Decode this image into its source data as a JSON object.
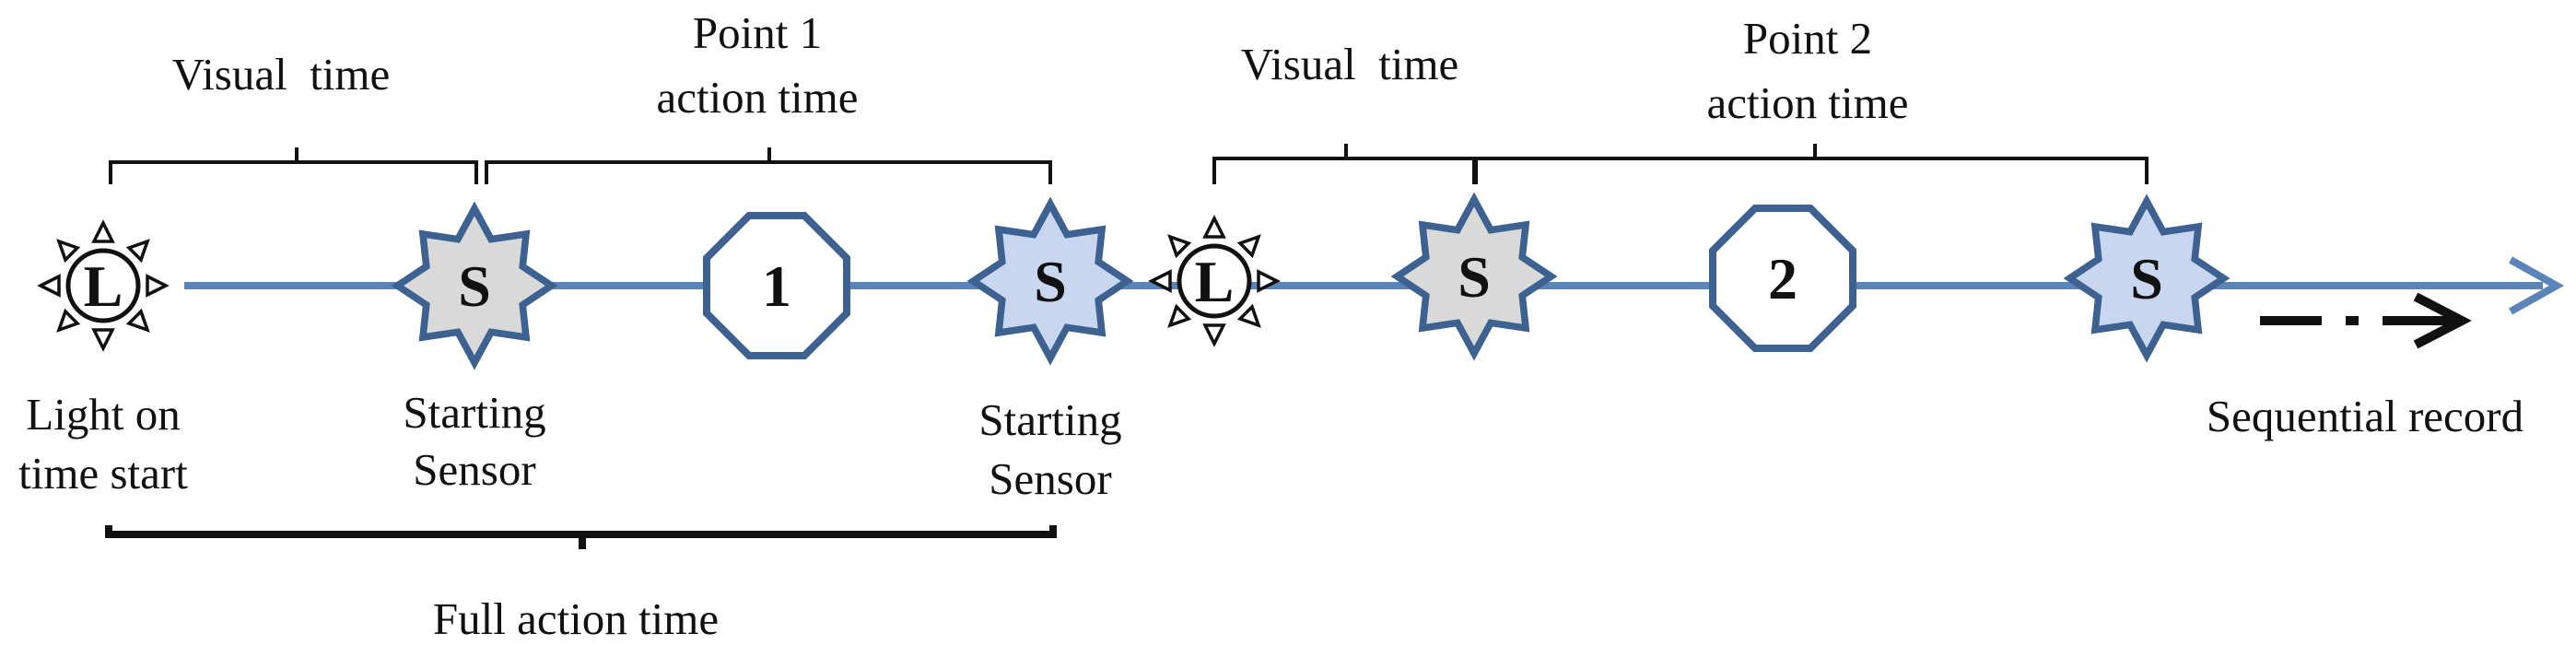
{
  "brackets": {
    "visual_time_1": "Visual  time",
    "point1_line1": "Point 1",
    "point1_line2": "action time",
    "visual_time_2": "Visual  time",
    "point2_line1": "Point 2",
    "point2_line2": "action time"
  },
  "nodes": {
    "light_1": "L",
    "sensor_1": "S",
    "point_1": "1",
    "sensor_2": "S",
    "light_2": "L",
    "sensor_3": "S",
    "point_2": "2",
    "sensor_4": "S"
  },
  "labels": {
    "light_on_line1": "Light on",
    "light_on_line2": "time start",
    "starting_sensor_1_line1": "Starting",
    "starting_sensor_1_line2": "Sensor",
    "starting_sensor_2_line1": "Starting",
    "starting_sensor_2_line2": "Sensor",
    "sequential_record": "Sequential record",
    "full_action_time": "Full action time"
  },
  "colors": {
    "timeline": "#5b84b8",
    "node_outline": "#3d6291",
    "sensor_fill_gray": "#d9d9d9",
    "sensor_fill_blue": "#c9d6ef",
    "point_fill": "#ffffff"
  },
  "icons": [
    "sun-light-icon",
    "star-sensor-icon",
    "octagon-point-icon",
    "arrow-right-icon"
  ]
}
